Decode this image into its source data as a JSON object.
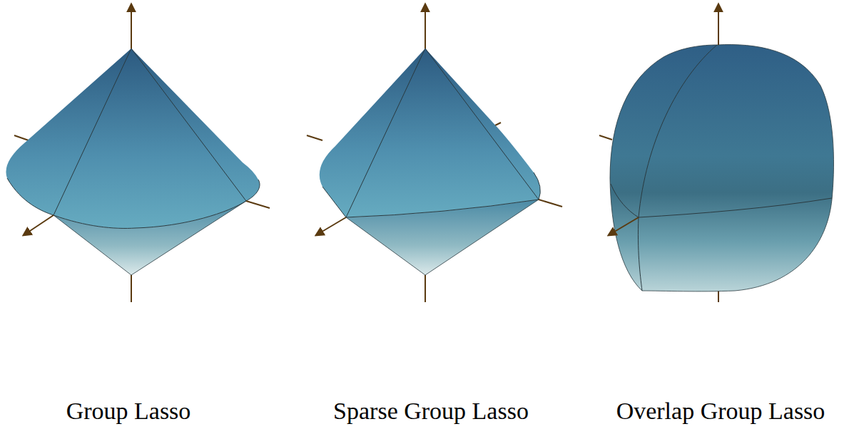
{
  "diagram": {
    "labels": [
      "Group Lasso",
      "Sparse Group Lasso",
      "Overlap Group Lasso"
    ]
  }
}
